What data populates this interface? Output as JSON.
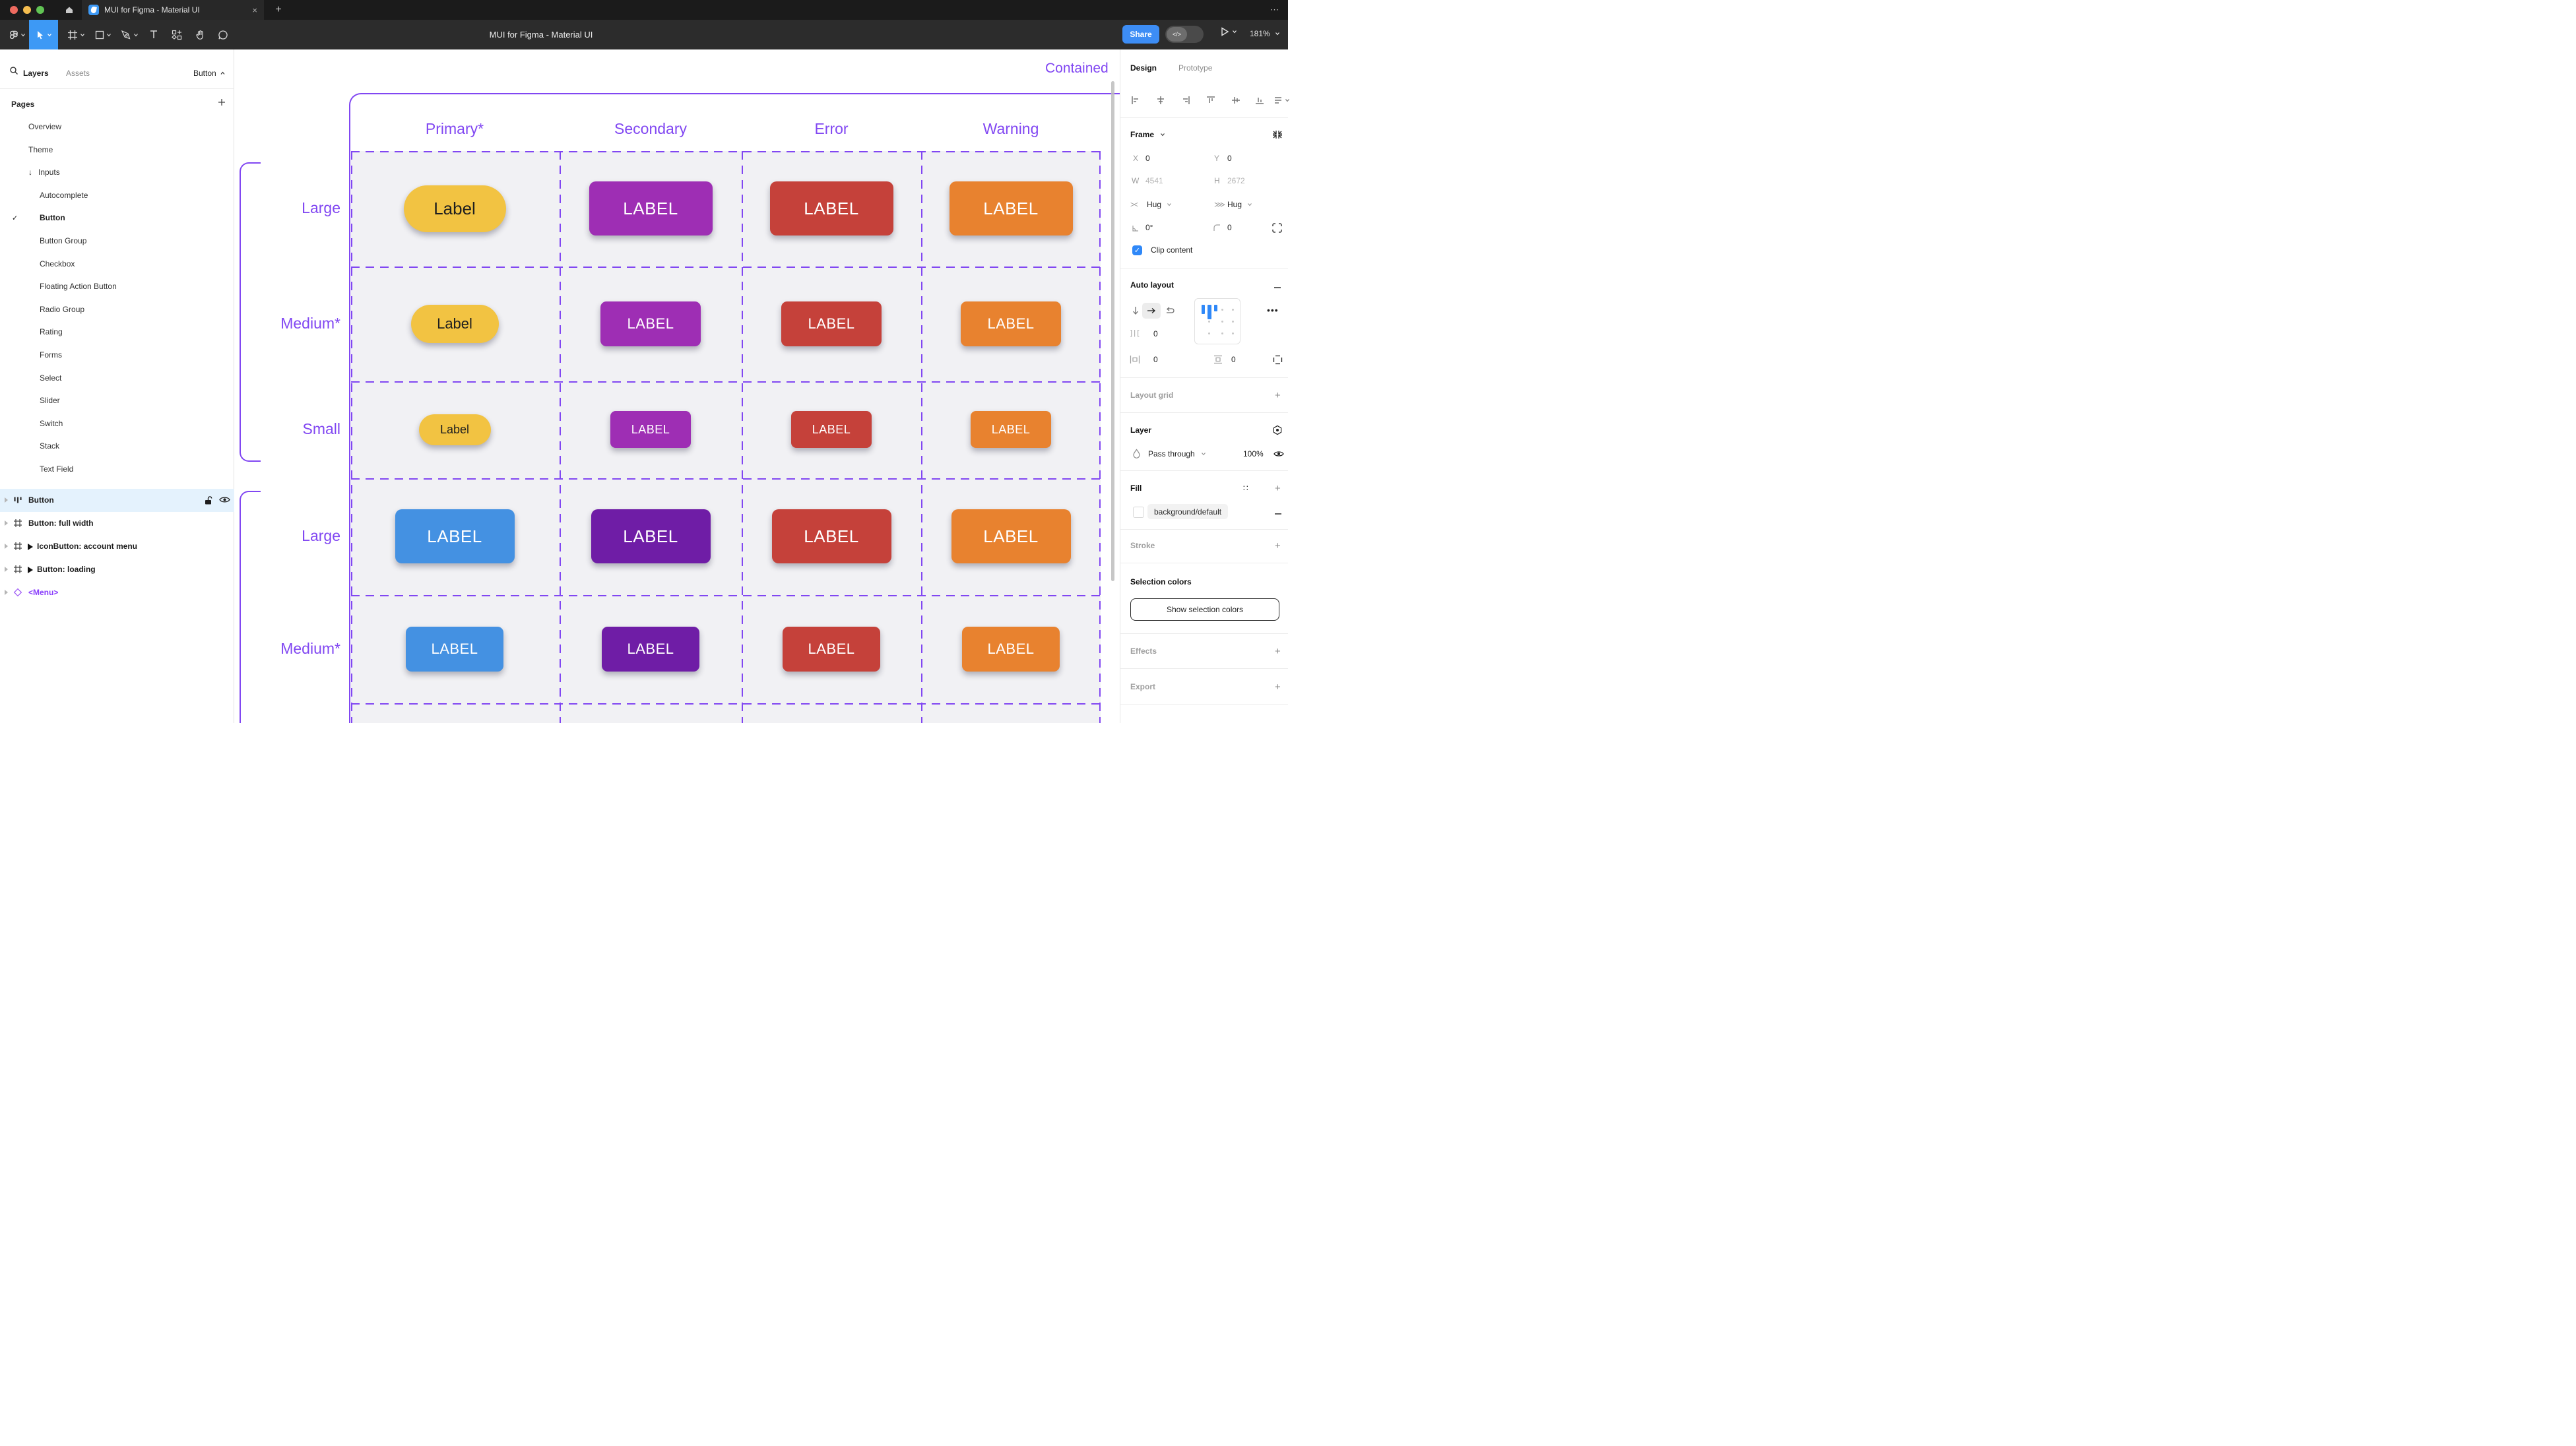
{
  "chrome": {
    "tab_title": "MUI for Figma - Material UI",
    "close_label": "×",
    "new_tab_label": "+",
    "more_label": "⋯"
  },
  "toolbar": {
    "title": "MUI for Figma - Material UI",
    "share_label": "Share",
    "zoom_level": "181%"
  },
  "sidebar": {
    "tab_layers": "Layers",
    "tab_assets": "Assets",
    "page_selector": "Button",
    "pages_header": "Pages",
    "pages": [
      {
        "label": "Overview"
      },
      {
        "label": "Theme"
      },
      {
        "label": "Inputs",
        "arrow": true
      },
      {
        "label": "Autocomplete",
        "indent": true
      },
      {
        "label": "Button",
        "indent": true,
        "checked": true,
        "bold": true
      },
      {
        "label": "Button Group",
        "indent": true
      },
      {
        "label": "Checkbox",
        "indent": true
      },
      {
        "label": "Floating Action Button",
        "indent": true
      },
      {
        "label": "Radio Group",
        "indent": true
      },
      {
        "label": "Rating",
        "indent": true
      },
      {
        "label": "Forms",
        "indent": true
      },
      {
        "label": "Select",
        "indent": true
      },
      {
        "label": "Slider",
        "indent": true
      },
      {
        "label": "Switch",
        "indent": true
      },
      {
        "label": "Stack",
        "indent": true
      },
      {
        "label": "Text Field",
        "indent": true
      }
    ],
    "layers": [
      {
        "label": "Button",
        "icon": "auto-layout",
        "selected": true
      },
      {
        "label": "Button: full width",
        "icon": "frame"
      },
      {
        "label": "IconButton: account menu",
        "icon": "frame",
        "play": true
      },
      {
        "label": "Button: loading",
        "icon": "frame",
        "play": true
      },
      {
        "label": "<Menu>",
        "icon": "diamond",
        "purple": true
      }
    ]
  },
  "canvas": {
    "frame_name": "Contained",
    "accent_color": "#8147f2",
    "columns": [
      "Primary*",
      "Secondary",
      "Error",
      "Warning"
    ],
    "rows": [
      {
        "label": "Large",
        "buttons": [
          {
            "text": "Label",
            "color": "#f2c342",
            "text_color": "#1f1f1f",
            "pill": true
          },
          {
            "text": "LABEL",
            "color": "#9e2eb4"
          },
          {
            "text": "LABEL",
            "color": "#c5413a"
          },
          {
            "text": "LABEL",
            "color": "#e8822f"
          }
        ]
      },
      {
        "label": "Medium*",
        "buttons": [
          {
            "text": "Label",
            "color": "#f2c342",
            "text_color": "#1f1f1f",
            "pill": true
          },
          {
            "text": "LABEL",
            "color": "#9e2eb4"
          },
          {
            "text": "LABEL",
            "color": "#c5413a"
          },
          {
            "text": "LABEL",
            "color": "#e8822f"
          }
        ]
      },
      {
        "label": "Small",
        "buttons": [
          {
            "text": "Label",
            "color": "#f2c342",
            "text_color": "#1f1f1f",
            "pill": true
          },
          {
            "text": "LABEL",
            "color": "#9e2eb4"
          },
          {
            "text": "LABEL",
            "color": "#c5413a"
          },
          {
            "text": "LABEL",
            "color": "#e8822f"
          }
        ]
      },
      {
        "label": "Large",
        "buttons": [
          {
            "text": "LABEL",
            "color": "#4491e2"
          },
          {
            "text": "LABEL",
            "color": "#6f1da6"
          },
          {
            "text": "LABEL",
            "color": "#c5413a"
          },
          {
            "text": "LABEL",
            "color": "#e8822f"
          }
        ]
      },
      {
        "label": "Medium*",
        "buttons": [
          {
            "text": "LABEL",
            "color": "#4491e2"
          },
          {
            "text": "LABEL",
            "color": "#6f1da6"
          },
          {
            "text": "LABEL",
            "color": "#c5413a"
          },
          {
            "text": "LABEL",
            "color": "#e8822f"
          }
        ]
      }
    ]
  },
  "panel": {
    "tab_design": "Design",
    "tab_prototype": "Prototype",
    "frame": {
      "title": "Frame",
      "x_label": "X",
      "x": "0",
      "y_label": "Y",
      "y": "0",
      "w_label": "W",
      "w": "4541",
      "h_label": "H",
      "h": "2672",
      "h_resize": "Hug",
      "v_resize": "Hug",
      "rotation": "0°",
      "corner_radius": "0",
      "clip_label": "Clip content"
    },
    "auto_layout": {
      "title": "Auto layout",
      "gap": "0",
      "pad_h": "0",
      "pad_v": "0"
    },
    "layout_grid_title": "Layout grid",
    "layer": {
      "title": "Layer",
      "blend_mode": "Pass through",
      "opacity": "100%"
    },
    "fill": {
      "title": "Fill",
      "value": "background/default"
    },
    "stroke_title": "Stroke",
    "selection_colors": {
      "title": "Selection colors",
      "button_label": "Show selection colors"
    },
    "effects_title": "Effects",
    "export_title": "Export"
  }
}
